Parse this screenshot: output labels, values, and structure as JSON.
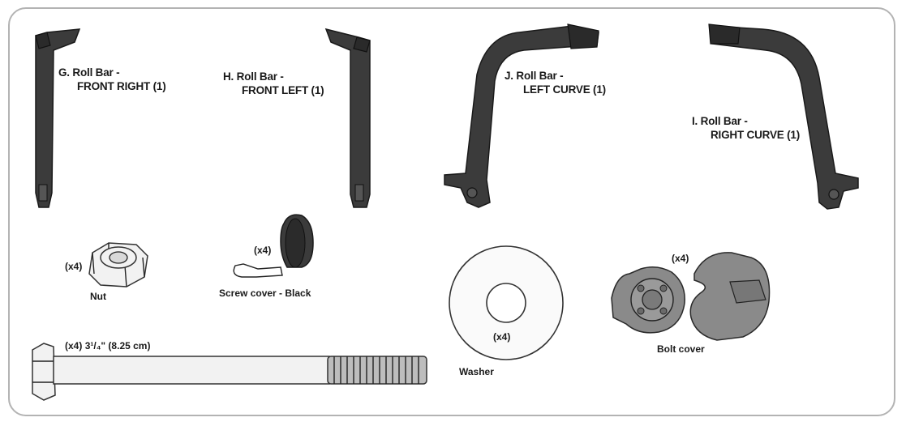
{
  "parts": {
    "g": {
      "letter": "G.",
      "line1": "Roll Bar -",
      "line2": "FRONT RIGHT (1)"
    },
    "h": {
      "letter": "H.",
      "line1": "Roll Bar -",
      "line2": "FRONT LEFT (1)"
    },
    "j": {
      "letter": "J.",
      "line1": "Roll Bar -",
      "line2": "LEFT CURVE (1)"
    },
    "i": {
      "letter": "I.",
      "line1": "Roll Bar -",
      "line2": "RIGHT CURVE (1)"
    },
    "nut": {
      "qty": "(x4)",
      "name": "Nut"
    },
    "screw_cover": {
      "qty": "(x4)",
      "name": "Screw cover - Black"
    },
    "bolt": {
      "qty": "(x4)",
      "size": "3¹/₄\" (8.25 cm)"
    },
    "washer": {
      "qty": "(x4)",
      "name": "Washer"
    },
    "bolt_cover": {
      "qty": "(x4)",
      "name": "Bolt cover"
    }
  },
  "colors": {
    "frame": "#b3b3b3",
    "part_dark": "#3b3b3b",
    "part_mid": "#8a8a8a",
    "text": "#1a1a1a"
  }
}
